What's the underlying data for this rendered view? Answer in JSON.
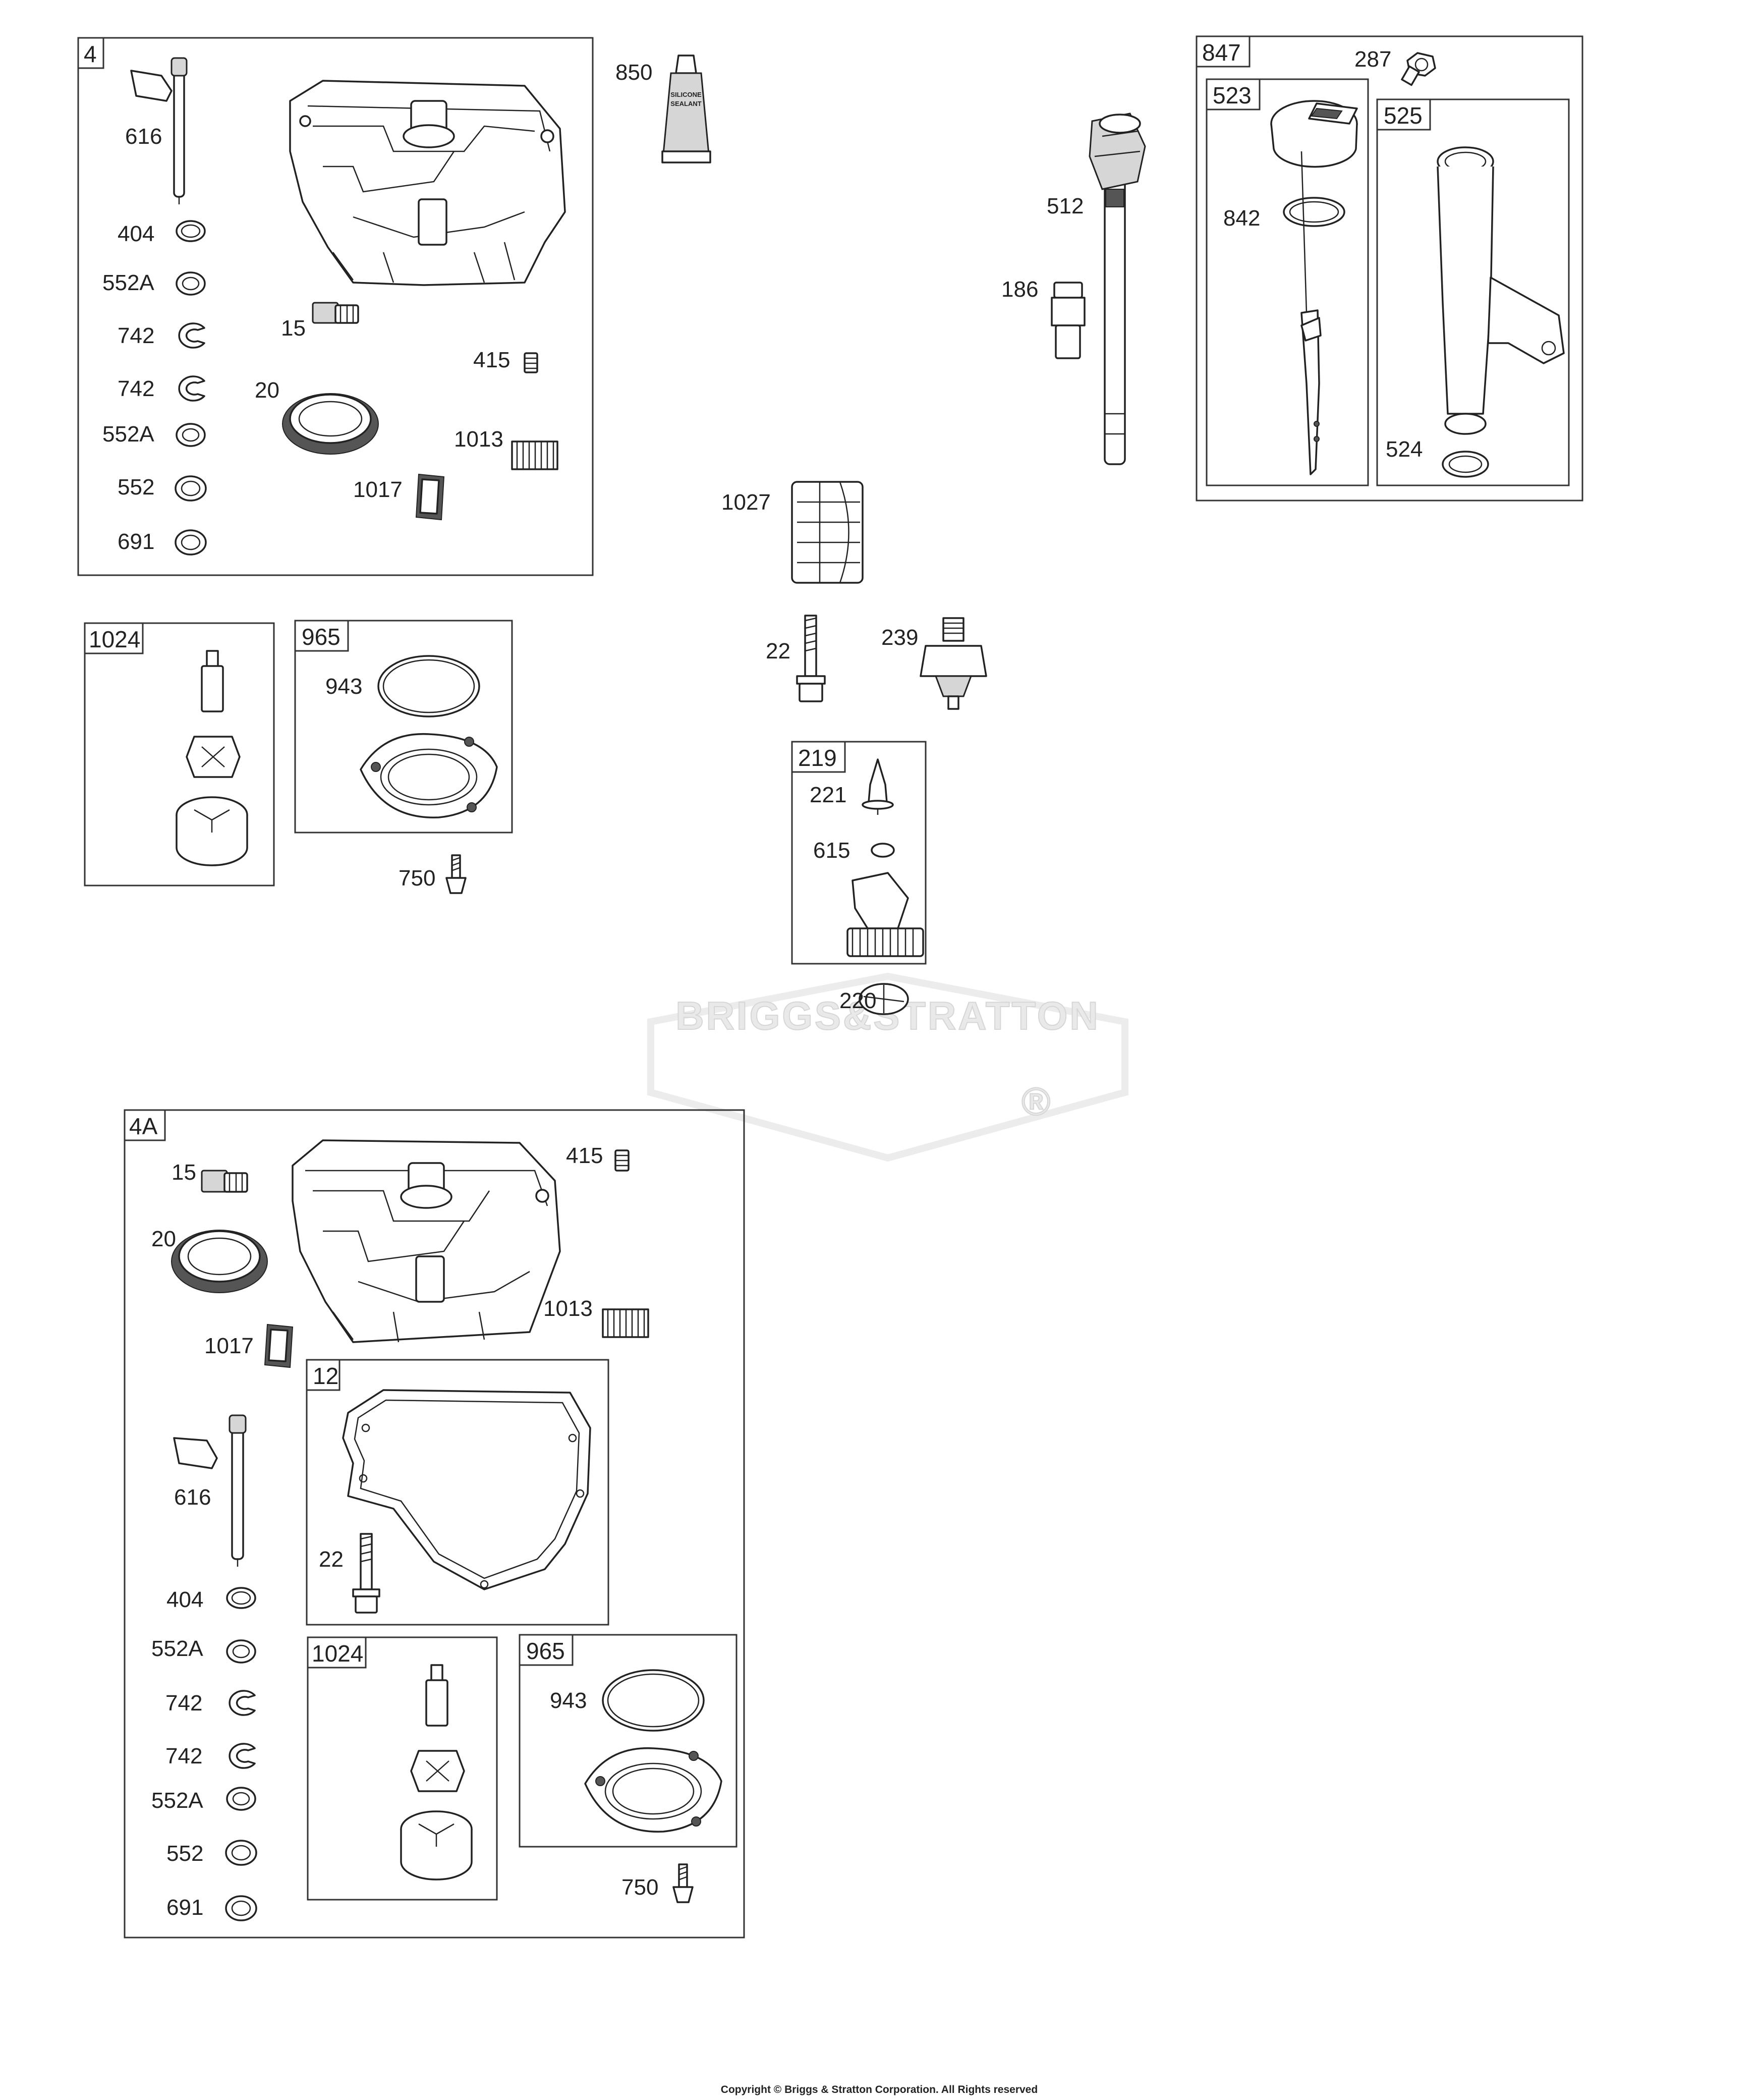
{
  "watermark": {
    "brand": "BRIGGS&STRATTON",
    "mark": "®"
  },
  "copyright": "Copyright © Briggs & Stratton Corporation. All Rights reserved",
  "tube_text": [
    "SILICONE",
    "SEALANT"
  ],
  "groups": {
    "g4": "4",
    "g1024a": "1024",
    "g965a": "965",
    "g847": "847",
    "g523": "523",
    "g525": "525",
    "g219": "219",
    "g4A": "4A",
    "g12": "12",
    "g1024b": "1024",
    "g965b": "965"
  },
  "callouts": {
    "c616a": "616",
    "c404a": "404",
    "c552Aa1": "552A",
    "c742a1": "742",
    "c742a2": "742",
    "c552Aa2": "552A",
    "c552a": "552",
    "c691a": "691",
    "c15a": "15",
    "c20a": "20",
    "c415a": "415",
    "c1013a": "1013",
    "c1017a": "1017",
    "c943a": "943",
    "c750a": "750",
    "c850": "850",
    "c1027": "1027",
    "c22a": "22",
    "c239": "239",
    "c221": "221",
    "c615": "615",
    "c220": "220",
    "c512": "512",
    "c186": "186",
    "c287": "287",
    "c842": "842",
    "c524": "524",
    "c15b": "15",
    "c20b": "20",
    "c415b": "415",
    "c1013b": "1013",
    "c1017b": "1017",
    "c616b": "616",
    "c22b": "22",
    "c404b": "404",
    "c552Ab1": "552A",
    "c742b1": "742",
    "c742b2": "742",
    "c552Ab2": "552A",
    "c552b": "552",
    "c691b": "691",
    "c943b": "943",
    "c750b": "750"
  }
}
